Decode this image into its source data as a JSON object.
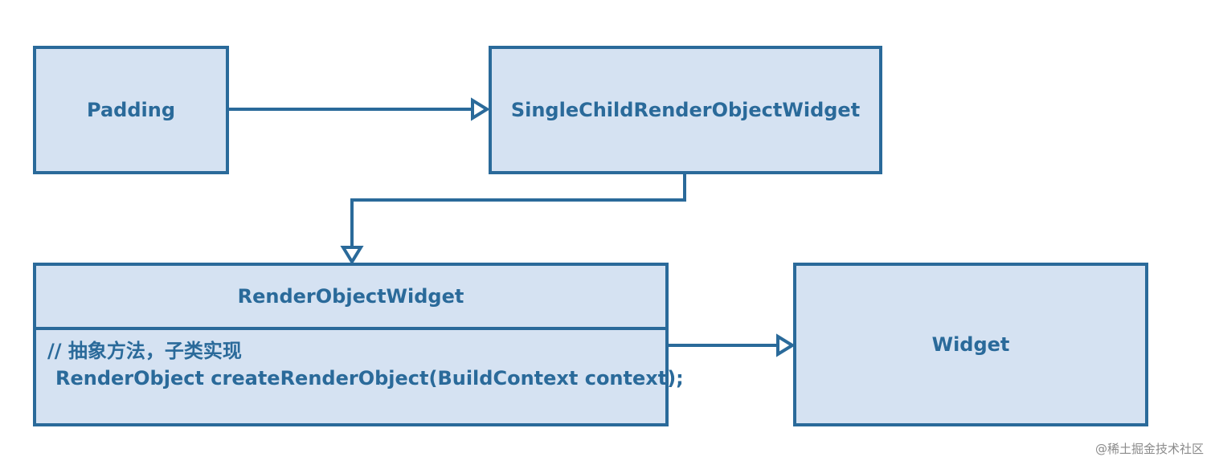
{
  "nodes": {
    "padding": "Padding",
    "single_child": "SingleChildRenderObjectWidget",
    "render_object_widget": {
      "title": "RenderObjectWidget",
      "comment": "// 抽象方法，子类实现",
      "method": "RenderObject createRenderObject(BuildContext context);"
    },
    "widget": "Widget"
  },
  "watermark": "@稀土掘金技术社区",
  "colors": {
    "box_fill": "#d5e2f2",
    "stroke": "#2a6a9a",
    "text": "#2a6a9a"
  }
}
